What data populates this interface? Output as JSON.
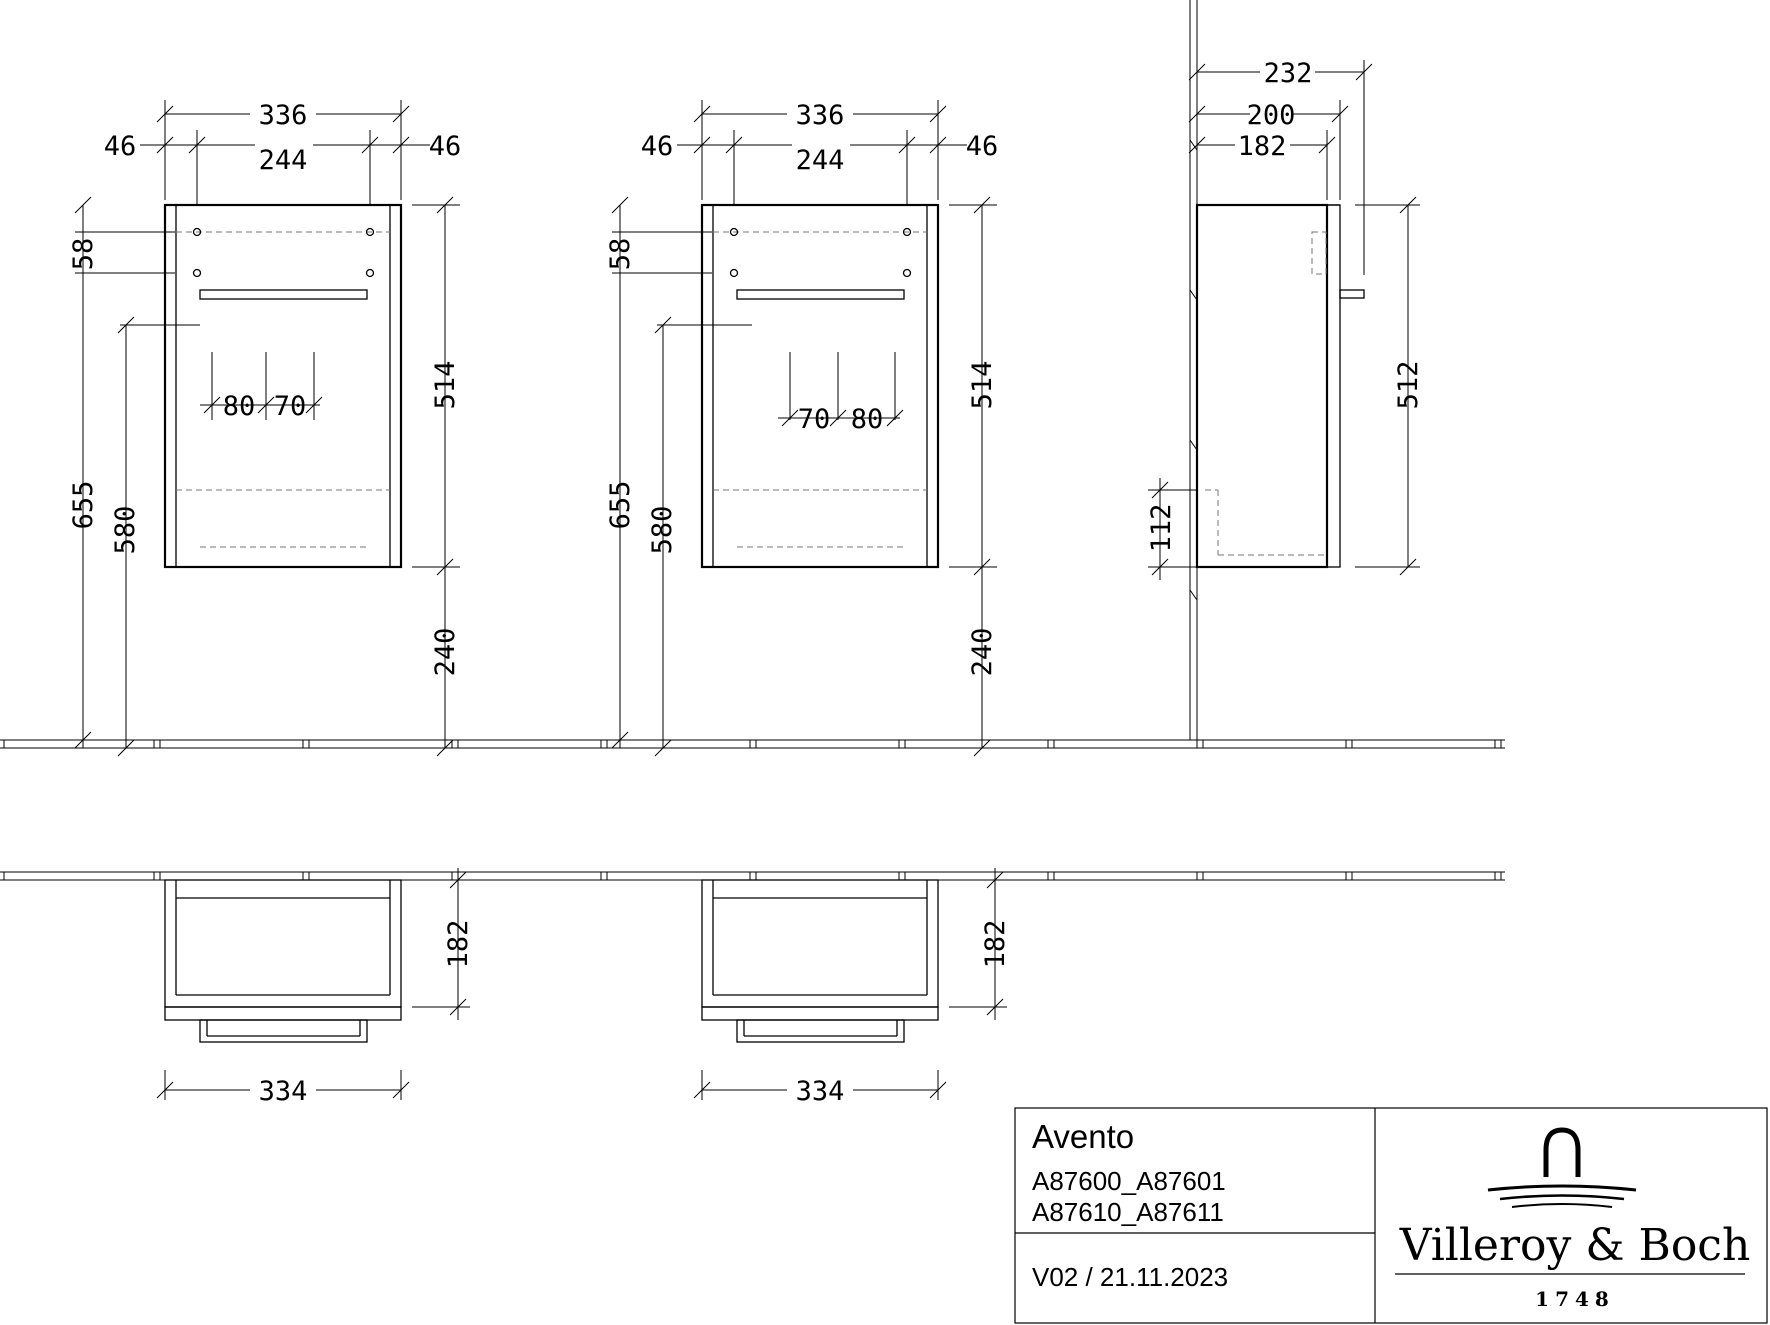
{
  "title_block": {
    "product": "Avento",
    "models": [
      "A87600_A87601",
      "A87610_A87611"
    ],
    "version": "V02 / 21.11.2023",
    "brand": "Villeroy & Boch",
    "founded": "1748",
    "logo": "villeroy-boch-fountain-logo"
  },
  "views": {
    "front_left": {
      "overall_width": "336",
      "side_offset_left": "46",
      "hole_spacing": "244",
      "side_offset_right": "46",
      "hole_vertical": "58",
      "height": "514",
      "floor_clearance": "240",
      "top_height": "655",
      "hook_height": "580",
      "shelf_left": "80",
      "shelf_right": "70"
    },
    "front_right": {
      "overall_width": "336",
      "side_offset_left": "46",
      "hole_spacing": "244",
      "side_offset_right": "46",
      "hole_vertical": "58",
      "height": "514",
      "floor_clearance": "240",
      "top_height": "655",
      "hook_height": "580",
      "shelf_left": "70",
      "shelf_right": "80"
    },
    "side": {
      "depth_total": "232",
      "depth_handle": "200",
      "depth_body": "182",
      "height": "512",
      "plinth": "112"
    },
    "top_left": {
      "width": "334",
      "depth": "182"
    },
    "top_right": {
      "width": "334",
      "depth": "182"
    }
  }
}
